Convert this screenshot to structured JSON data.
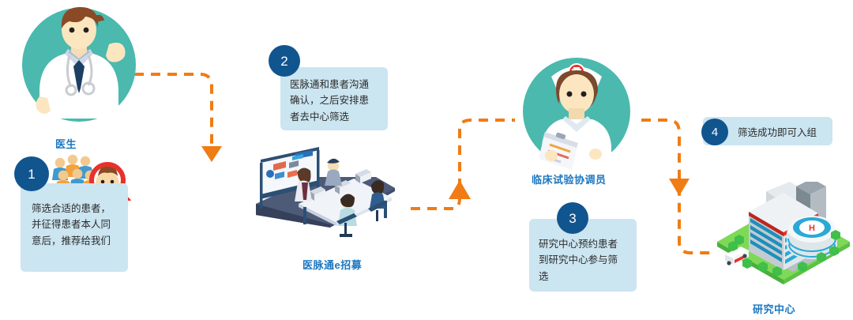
{
  "diagram": {
    "title": "patient-recruitment-flow",
    "accent_orange": "#f07c13",
    "badge_blue": "#11558f",
    "callout_blue": "#cbe5f1",
    "caption_blue": "#1b76c0",
    "teal": "#4bb9ae"
  },
  "steps": [
    {
      "number": "1",
      "caption": "医生",
      "lines": [
        "筛选合适的患者，",
        "并征得患者本人同",
        "意后，推荐给我们"
      ]
    },
    {
      "number": "2",
      "caption": "医脉通e招募",
      "lines": [
        "医脉通和患者沟通",
        "确认，之后安排患",
        "者去中心筛选"
      ]
    },
    {
      "number": "3",
      "caption": "临床试验协调员",
      "lines": [
        "研究中心预约患者",
        "到研究中心参与筛",
        "选"
      ]
    },
    {
      "number": "4",
      "caption": "研究中心",
      "lines": [
        "筛选成功即可入组"
      ]
    }
  ],
  "icons": {
    "doctor": "doctor-avatar-icon",
    "crowd": "crowd-people-icon",
    "magnifier": "magnifier-icon",
    "office": "isometric-office-icon",
    "whiteboard": "whiteboard-icon",
    "nurse": "nurse-avatar-icon",
    "clipboard": "clipboard-icon",
    "nurse_cap_cross": "red-cross-icon",
    "hospital": "isometric-hospital-icon",
    "ambulance": "ambulance-icon",
    "helipad": "helipad-h-icon",
    "stethoscope": "stethoscope-icon",
    "arrow_down_1": "arrow-down-icon",
    "arrow_up_2": "arrow-up-icon",
    "arrow_down_3": "arrow-down-icon"
  }
}
